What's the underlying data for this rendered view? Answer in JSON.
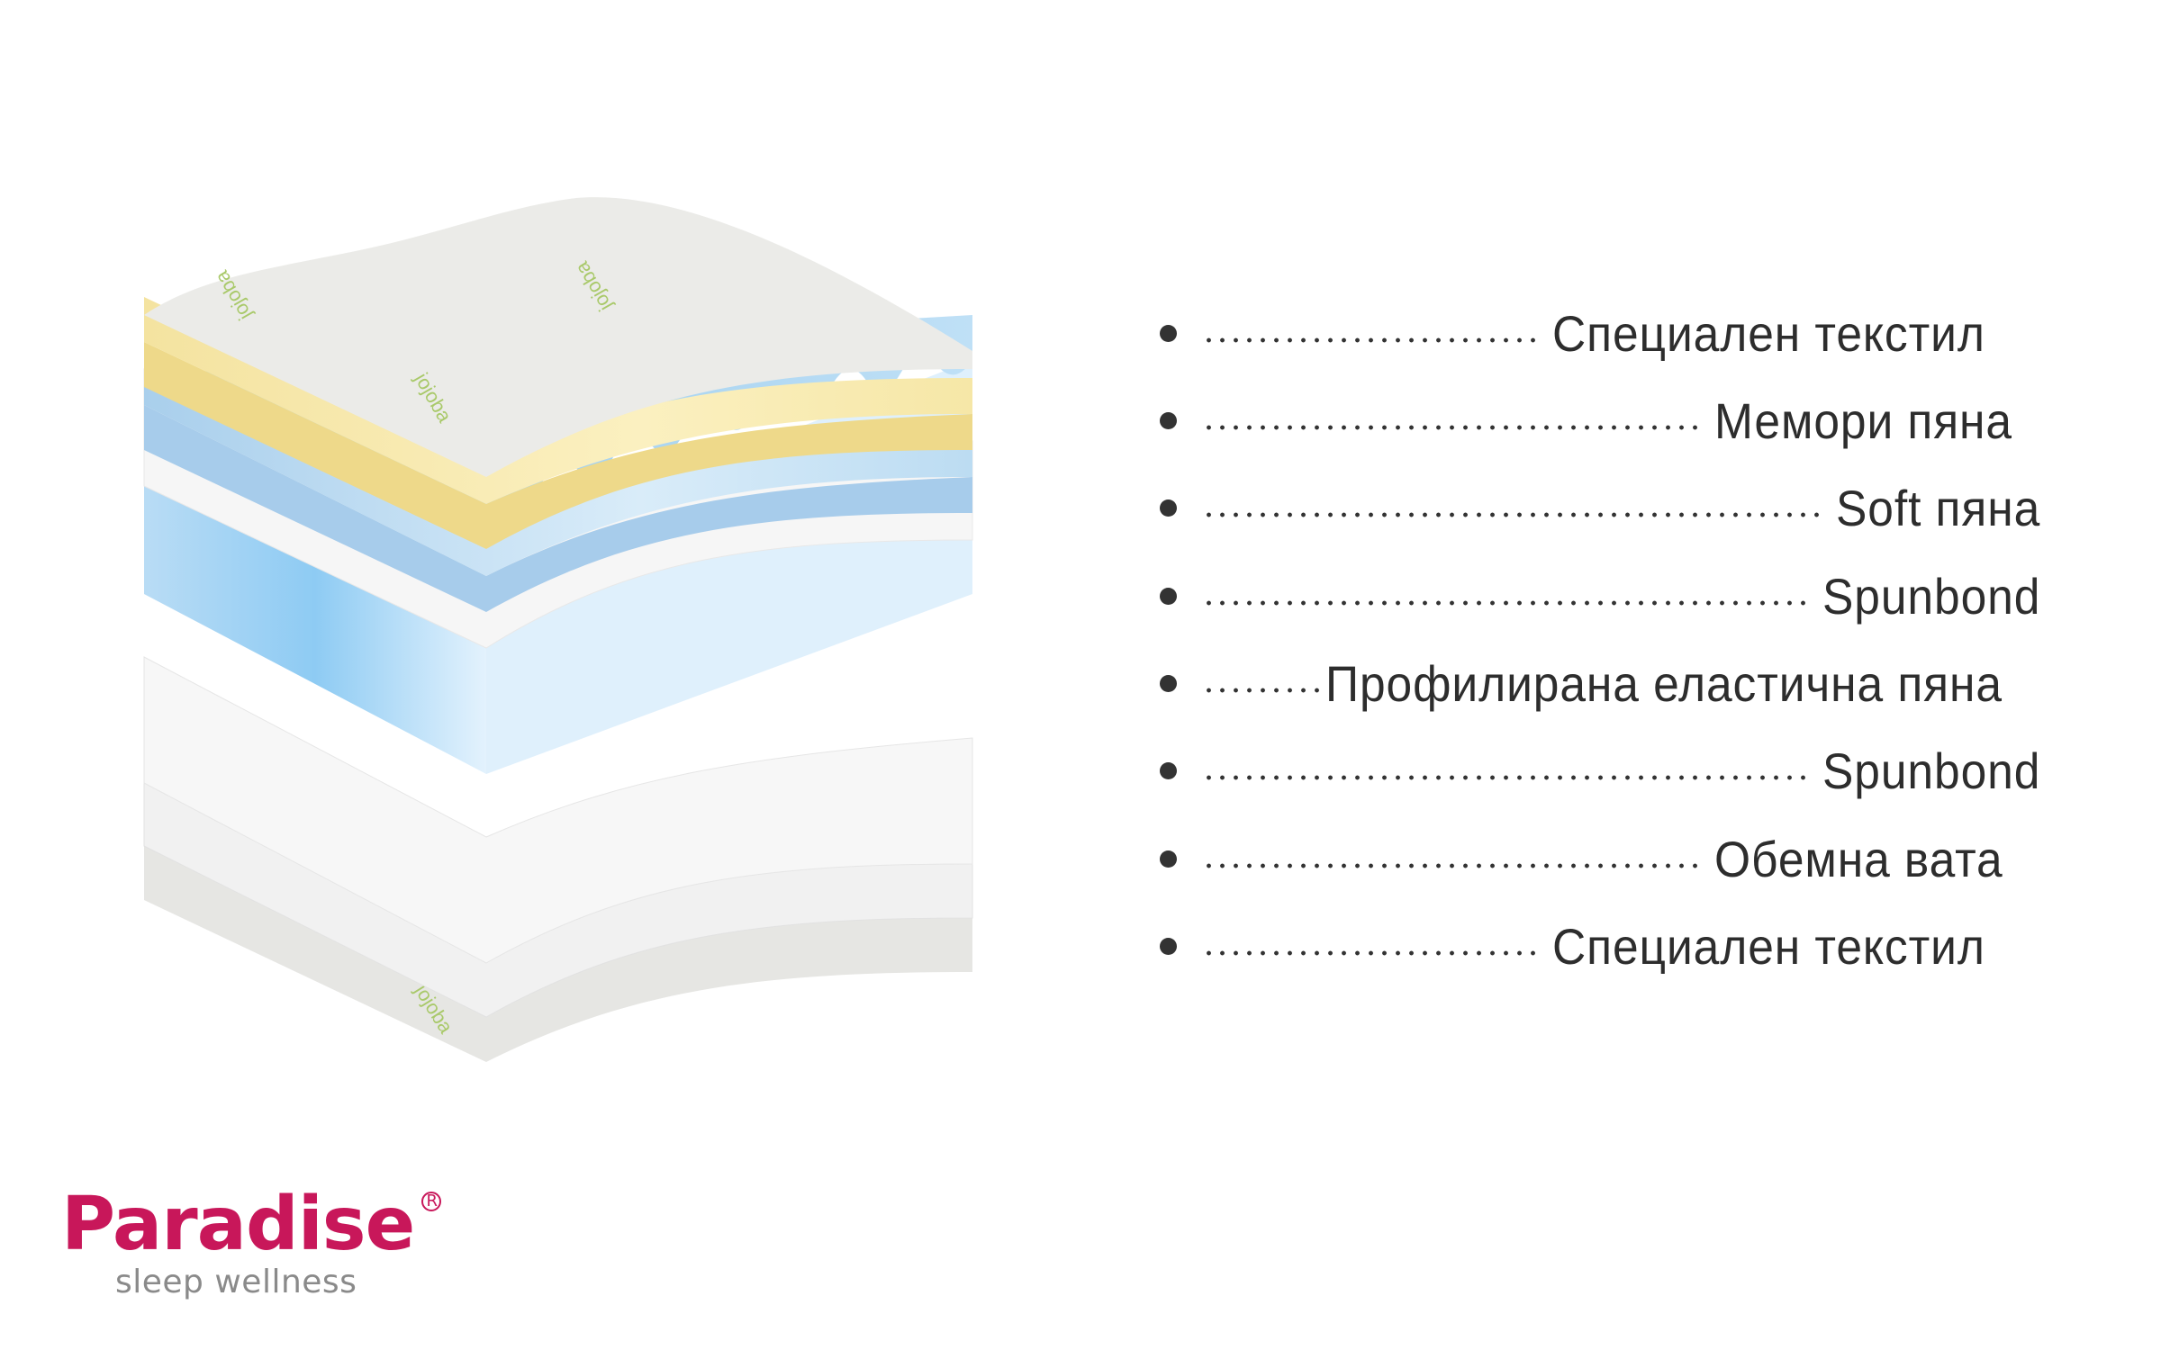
{
  "layers": [
    {
      "label": "Специален текстил",
      "dots": 25,
      "color": "#e9e9e6"
    },
    {
      "label": "Мемори пяна",
      "dots": 38,
      "color": "#f7eaa6"
    },
    {
      "label": "Soft пяна",
      "dots": 48,
      "color": "#bcdaf0"
    },
    {
      "label": "Spunbond",
      "dots": 48,
      "color": "#f6f6f6"
    },
    {
      "label": "Профилирана еластична пяна",
      "dots": 9,
      "color": "#a8d4f2"
    },
    {
      "label": "Spunbond",
      "dots": 48,
      "color": "#f5f5f5"
    },
    {
      "label": "Обемна вата",
      "dots": 38,
      "color": "#f0f0f0"
    },
    {
      "label": "Специален текстил",
      "dots": 25,
      "color": "#e6e6e3"
    }
  ],
  "fabric_watermark": "jojoba",
  "logo": {
    "name": "Paradise",
    "registered": "R",
    "tagline": "sleep wellness",
    "brand_color": "#c8175a"
  }
}
